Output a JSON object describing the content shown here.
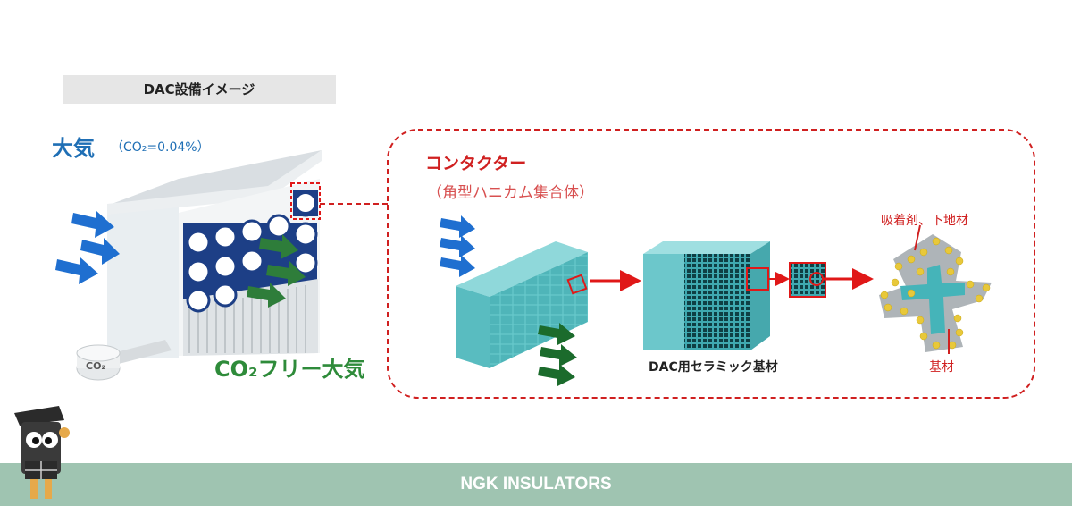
{
  "header": {
    "title": "DAC設備イメージ"
  },
  "facility": {
    "atmosphere_label": "大気",
    "atmosphere_co2": "（CO₂=0.04%）",
    "co2_free_label": "CO₂フリー大気",
    "tank_label": "CO₂"
  },
  "contactor": {
    "title": "コンタクター",
    "subtitle": "（角型ハニカム集合体）",
    "ceramic_label": "DAC用セラミック基材",
    "adsorbent_label": "吸着剤、下地材",
    "substrate_label": "基材"
  },
  "footer": {
    "brand": "NGK INSULATORS"
  },
  "colors": {
    "blue_arrow": "#1f6fd0",
    "green_arrow": "#2e7d3a",
    "contactor_red": "#d02020",
    "honeycomb": "#5cc4c8",
    "footer_bg": "#9fc4b1"
  },
  "icons": [
    "mascot-icon",
    "fan-icon",
    "arrow-icon",
    "tank-icon"
  ]
}
